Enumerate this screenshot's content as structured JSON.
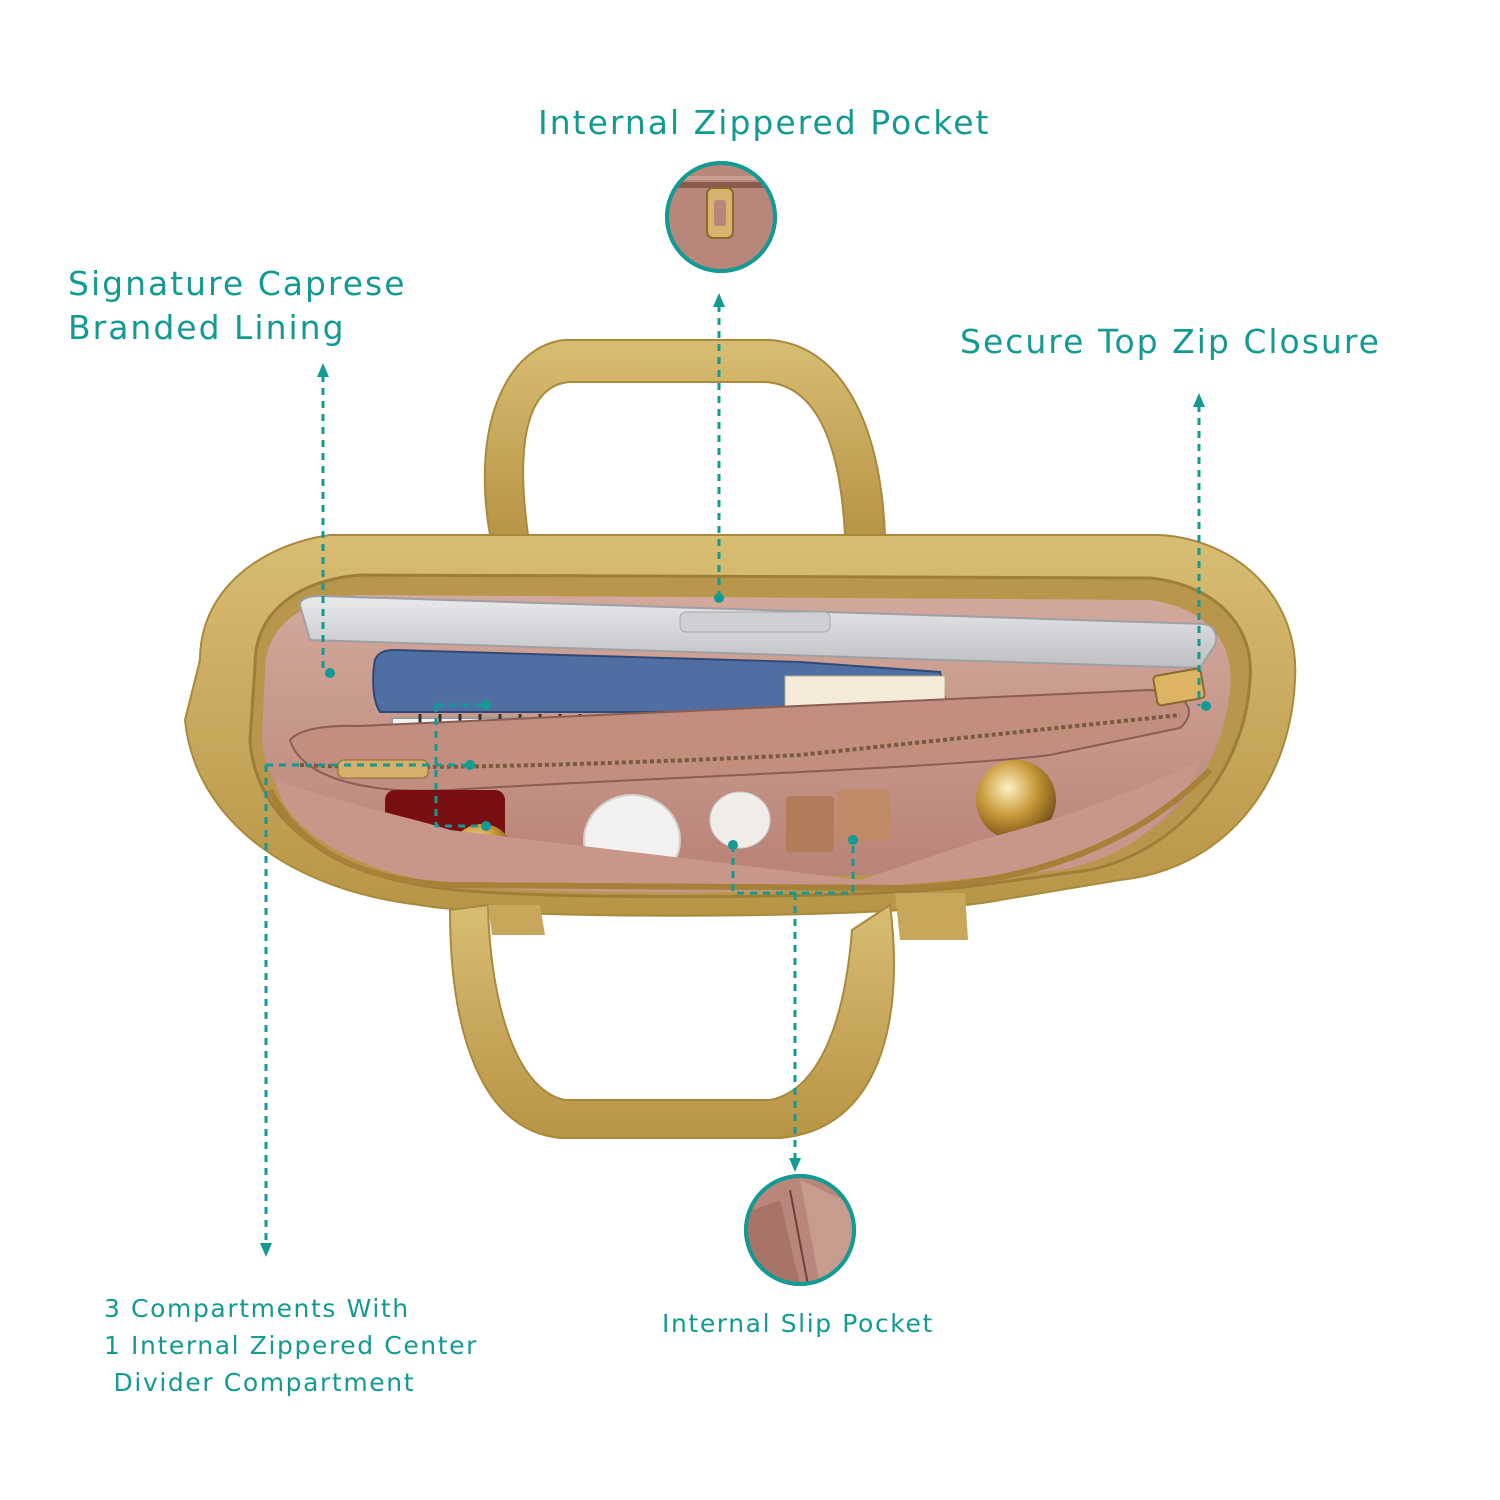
{
  "labels": {
    "internal_zippered_pocket": "Internal Zippered Pocket",
    "signature_lining": [
      "Signature Caprese",
      "Branded Lining"
    ],
    "secure_top_zip": "Secure Top Zip Closure",
    "internal_slip_pocket": "Internal Slip Pocket",
    "compartments": [
      "3 Compartments With",
      "1 Internal Zippered Center",
      " Divider Compartment"
    ]
  },
  "colors": {
    "accent": "#139a93",
    "bag_mustard": "#c9a85a",
    "lining_pink": "#c89a8d",
    "notebook_blue": "#4f6fa3",
    "laptop_silver": "#d9dadc"
  }
}
